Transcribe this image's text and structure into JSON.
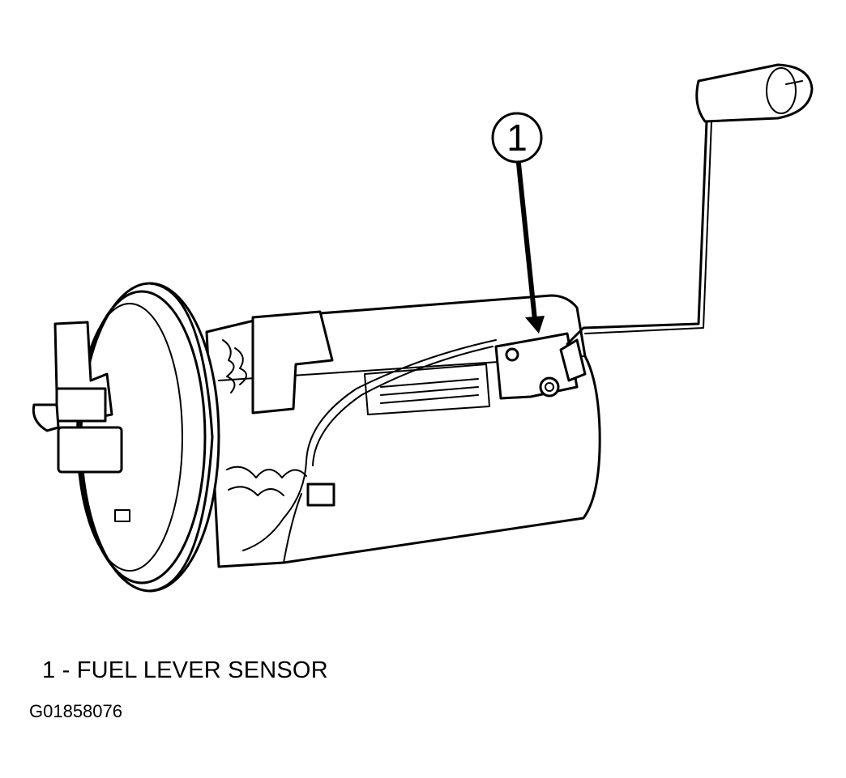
{
  "callout": {
    "number": "1"
  },
  "legend": {
    "item_1": "1 - FUEL LEVER SENSOR"
  },
  "figure_code": "G01858076"
}
